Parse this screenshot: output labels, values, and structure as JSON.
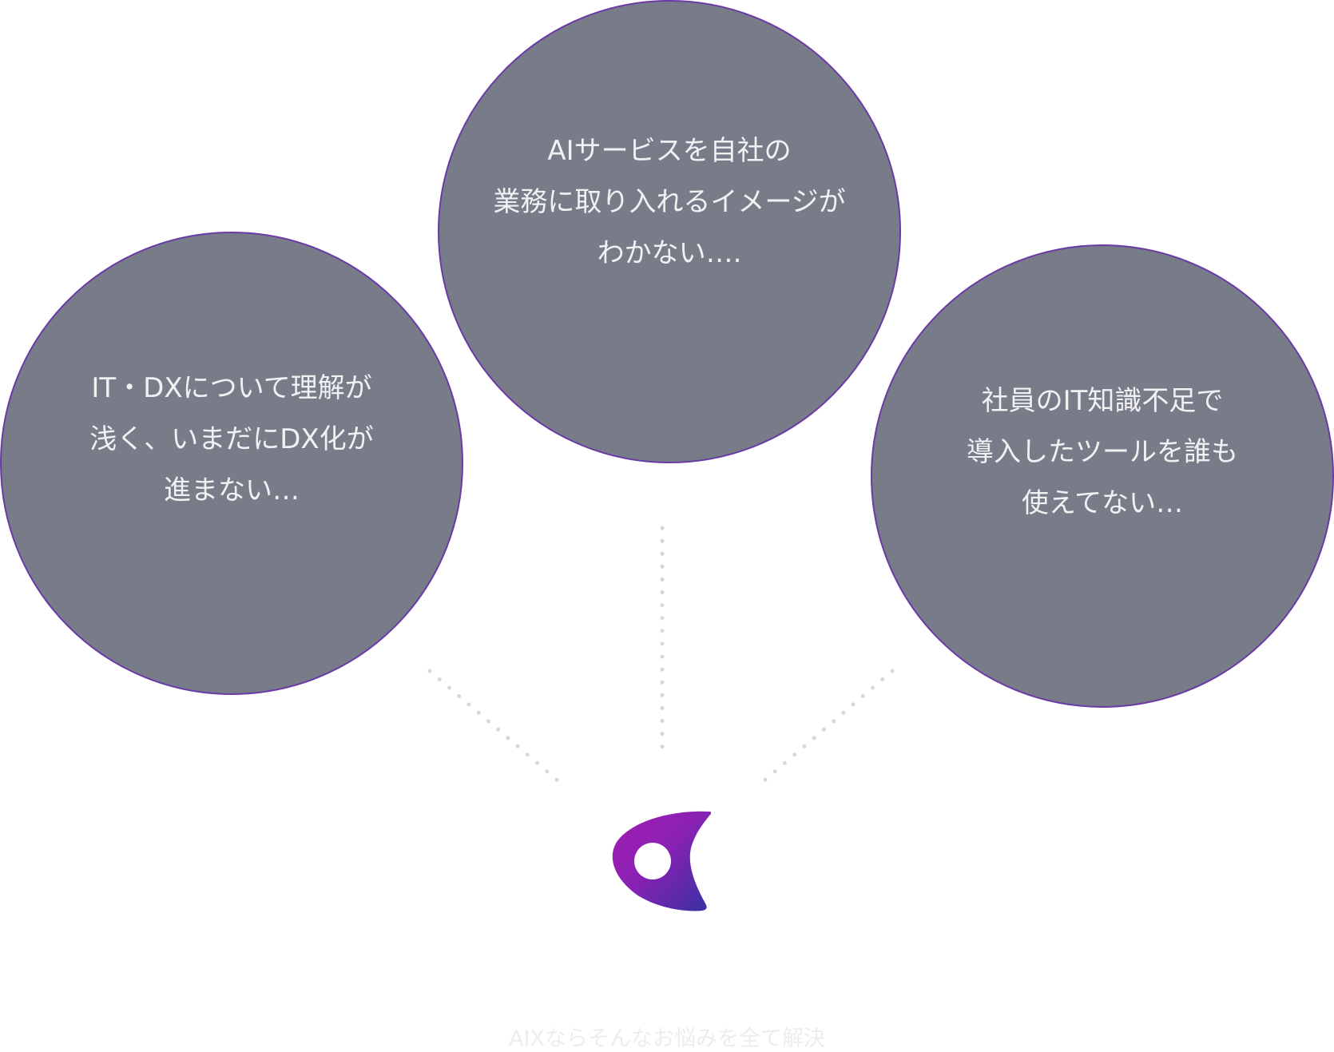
{
  "bubbles": {
    "left": {
      "lines": [
        "IT・DXについて理解が",
        "浅く、いまだにDX化が",
        "進まない…"
      ]
    },
    "center": {
      "lines": [
        "AIサービスを自社の",
        "業務に取り入れるイメージが",
        "わかない…."
      ]
    },
    "right": {
      "lines": [
        "社員のIT知識不足で",
        "導入したツールを誰も",
        "使えてない…"
      ]
    }
  },
  "tagline": "AIXならそんなお悩みを全て解決",
  "colors": {
    "bubble_fill": "#777c88",
    "bubble_border": "#6a3aa6",
    "bubble_text": "#f1f1f4",
    "dots": "#d8d8d8",
    "logo_gradient_start": "#a21caf",
    "logo_gradient_end": "#3730a3",
    "tagline": "#ededed"
  },
  "icons": {
    "logo": "aix-logo-icon"
  }
}
